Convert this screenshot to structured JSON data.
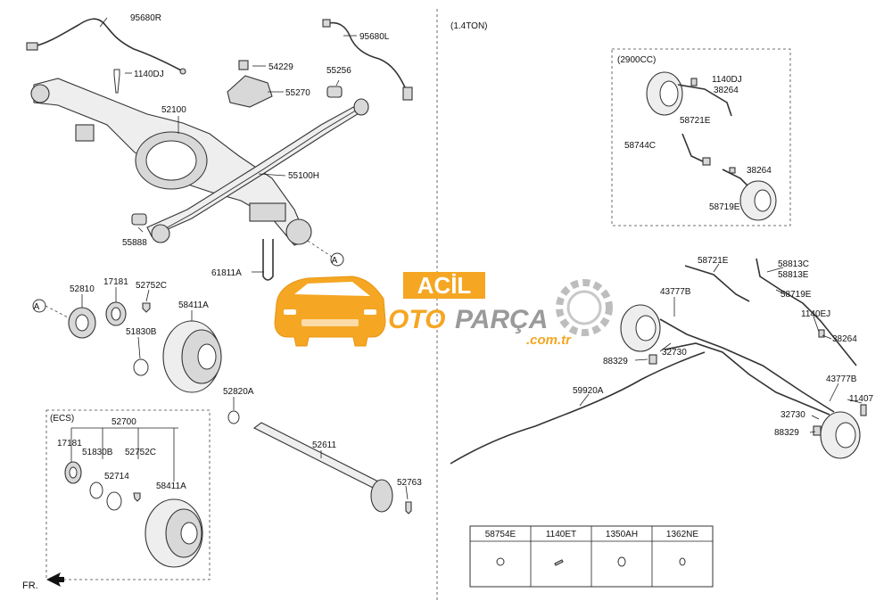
{
  "left": {
    "labels": {
      "p95680R": "95680R",
      "p1140DJ": "1140DJ",
      "p54229": "54229",
      "p55270": "55270",
      "p95680L": "95680L",
      "p55256": "55256",
      "p52100": "52100",
      "p55100H": "55100H",
      "p55888": "55888",
      "p61811A": "61811A",
      "calloutA1": "A",
      "calloutA2": "A",
      "p52810": "52810",
      "p17181": "17181",
      "p52752C": "52752C",
      "p58411A": "58411A",
      "p51830B": "51830B",
      "p52820A": "52820A",
      "p52611": "52611",
      "p52763": "52763",
      "fr": "FR."
    },
    "ecs": {
      "title": "(ECS)",
      "p52700": "52700",
      "p17181": "17181",
      "p51830B": "51830B",
      "p52752C": "52752C",
      "p52714": "52714",
      "p58411A": "58411A"
    }
  },
  "right": {
    "variant": "(1.4TON)",
    "inset": {
      "title": "(2900CC)",
      "p1140DJ": "1140DJ",
      "p38264a": "38264",
      "p58721E": "58721E",
      "p58744C": "58744C",
      "p38264b": "38264",
      "p58719E": "58719E"
    },
    "labels": {
      "p58721E": "58721E",
      "p58813C": "58813C",
      "p58813E": "58813E",
      "p43777B_a": "43777B",
      "p58719E": "58719E",
      "p1140EJ": "1140EJ",
      "p38264": "38264",
      "p32730_a": "32730",
      "p88329_a": "88329",
      "p59920A": "59920A",
      "p43777B_b": "43777B",
      "p11407": "11407",
      "p32730_b": "32730",
      "p88329_b": "88329"
    },
    "table": {
      "headers": [
        "58754E",
        "1140ET",
        "1350AH",
        "1362NE"
      ]
    }
  },
  "watermark": {
    "brand_line1": "ACİL",
    "brand_line2a": "OTO",
    "brand_line2b": "PARÇA",
    "domain": ".com.tr",
    "color_orange": "#f5a623",
    "color_gray": "#9a9a9a"
  }
}
